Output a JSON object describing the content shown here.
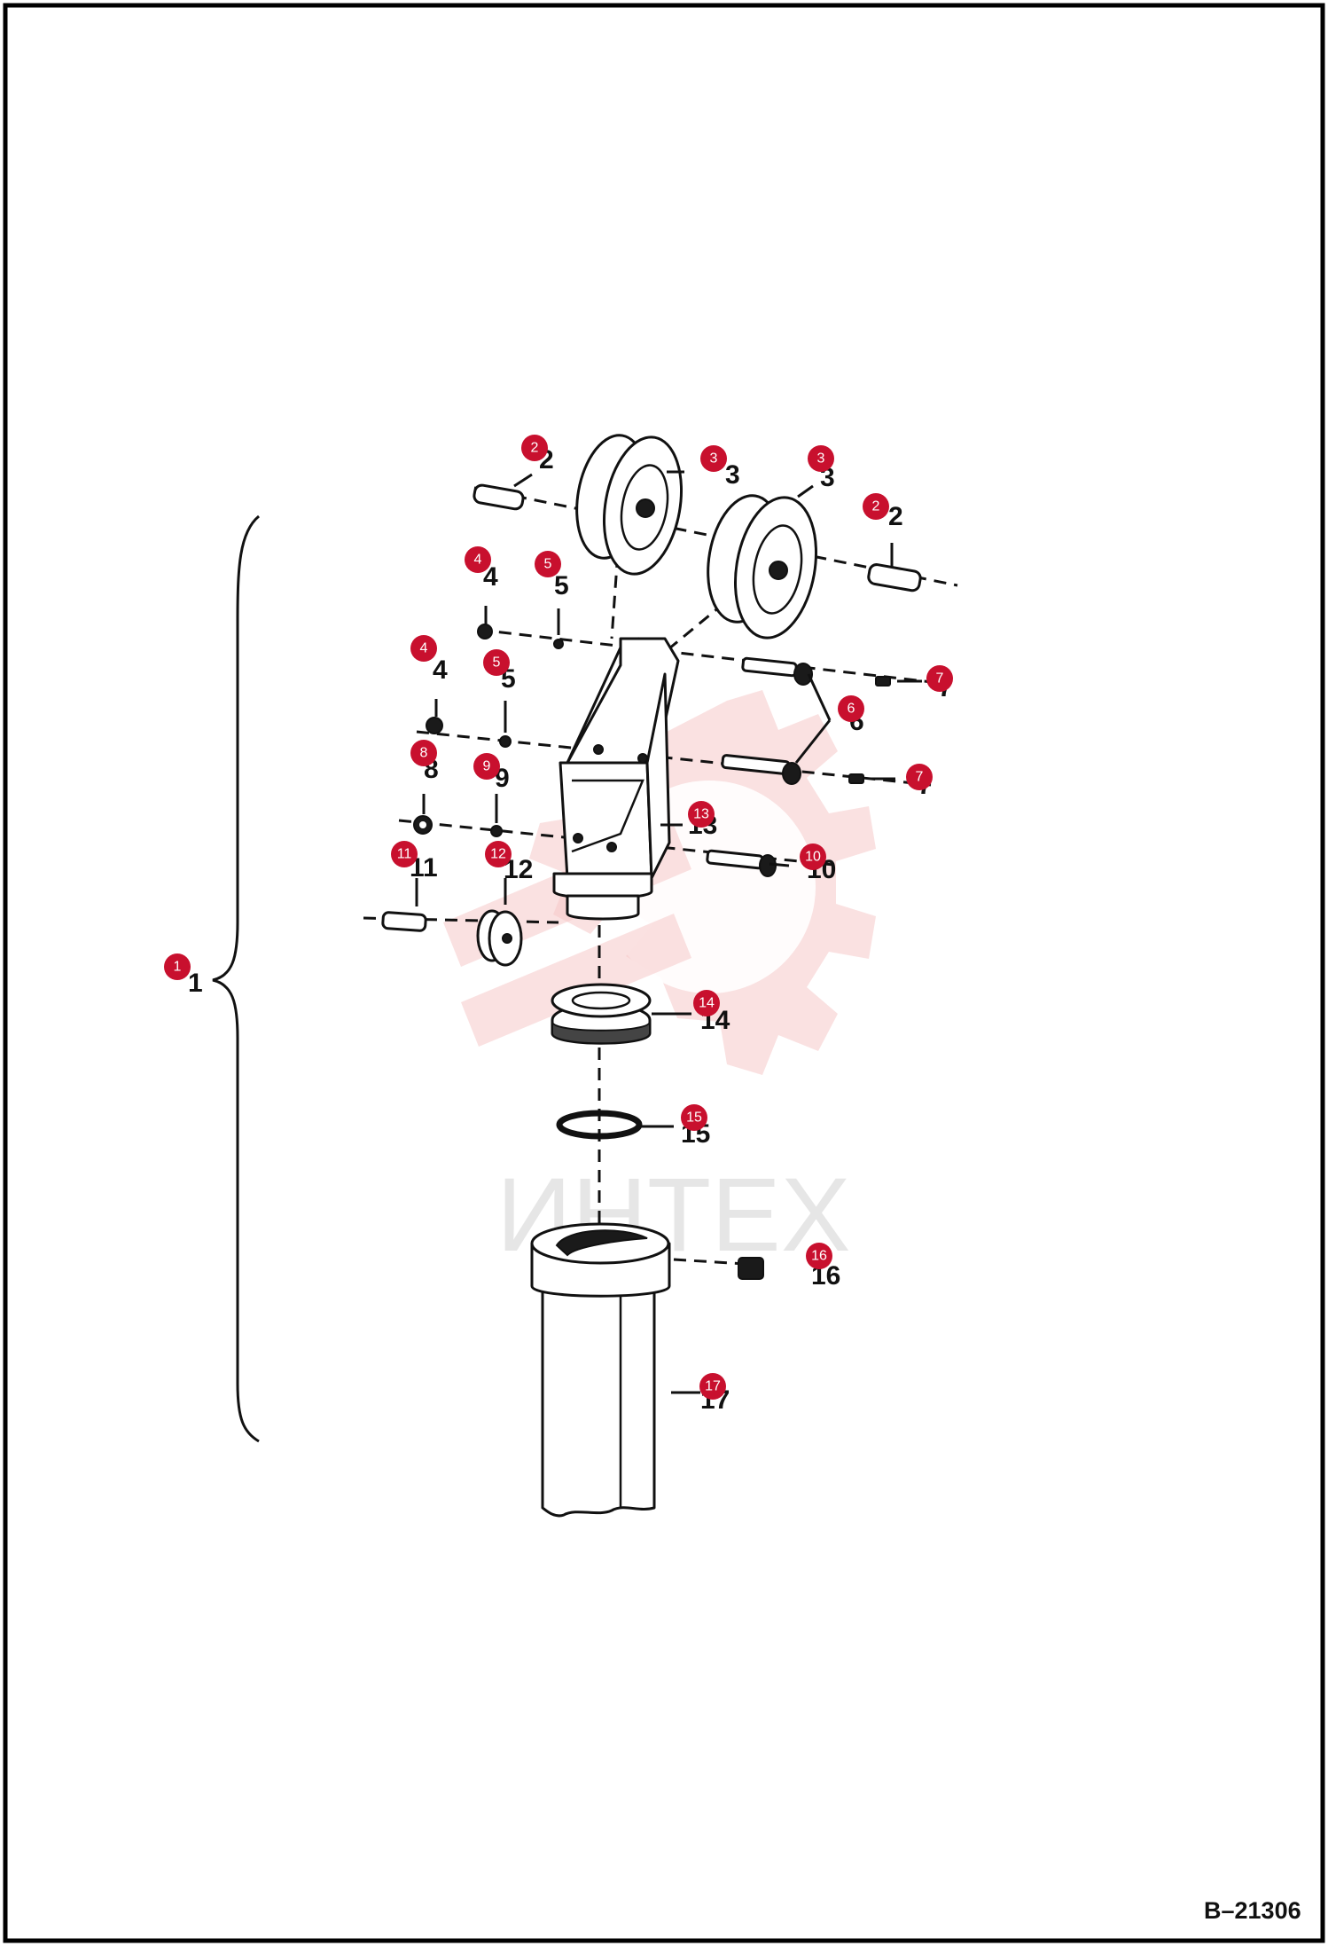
{
  "drawing_code": "B–21306",
  "watermark_text": "ИНТЕХ",
  "callouts": [
    {
      "id": "c1",
      "label": "1",
      "num": "1"
    },
    {
      "id": "c2a",
      "label": "2",
      "num": "2"
    },
    {
      "id": "c2b",
      "label": "2",
      "num": "2"
    },
    {
      "id": "c3a",
      "label": "3",
      "num": "3"
    },
    {
      "id": "c3b",
      "label": "3",
      "num": "3"
    },
    {
      "id": "c4a",
      "label": "4",
      "num": "4"
    },
    {
      "id": "c4b",
      "label": "4",
      "num": "4"
    },
    {
      "id": "c5a",
      "label": "5",
      "num": "5"
    },
    {
      "id": "c5b",
      "label": "5",
      "num": "5"
    },
    {
      "id": "c6",
      "label": "6",
      "num": "6"
    },
    {
      "id": "c7a",
      "label": "7",
      "num": "7"
    },
    {
      "id": "c7b",
      "label": "7",
      "num": "7"
    },
    {
      "id": "c8",
      "label": "8",
      "num": "8"
    },
    {
      "id": "c9",
      "label": "9",
      "num": "9"
    },
    {
      "id": "c10",
      "label": "10",
      "num": "10"
    },
    {
      "id": "c11",
      "label": "11",
      "num": "11"
    },
    {
      "id": "c12",
      "label": "12",
      "num": "12"
    },
    {
      "id": "c13",
      "label": "13",
      "num": "13"
    },
    {
      "id": "c14",
      "label": "14",
      "num": "14"
    },
    {
      "id": "c15",
      "label": "15",
      "num": "15"
    },
    {
      "id": "c16",
      "label": "16",
      "num": "16"
    },
    {
      "id": "c17",
      "label": "17",
      "num": "17"
    }
  ],
  "colors": {
    "badge": "#c8102e",
    "line": "#111111",
    "watermark": "#f6c9c9"
  }
}
